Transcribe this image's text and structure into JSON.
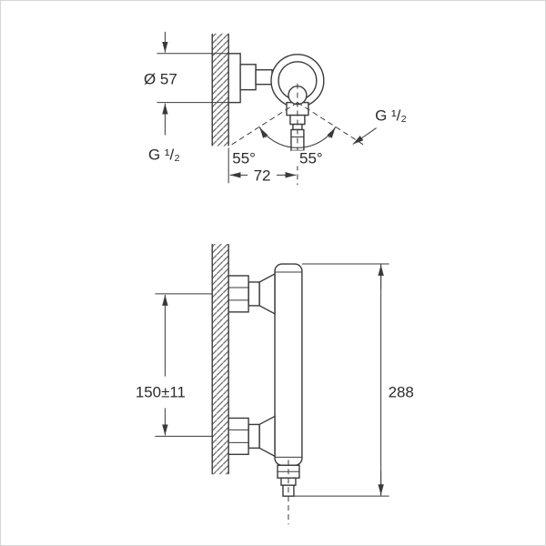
{
  "drawing": {
    "kind": "dimensional technical drawing of wall-mounted shower mixer",
    "views": {
      "top": {
        "diameter": "Ø 57",
        "wall_thread": "G ¹/₂",
        "outlet_thread": "G ¹/₂",
        "swivel_angle_left": "55°",
        "swivel_angle_right": "55°",
        "wall_distance": "72"
      },
      "front": {
        "port_spacing": "150±11",
        "overall_height": "288"
      }
    },
    "colors": {
      "line": "#3a3a3a",
      "text": "#2b2b2b",
      "background": "#ffffff",
      "frame": "#d6d6d6"
    }
  }
}
